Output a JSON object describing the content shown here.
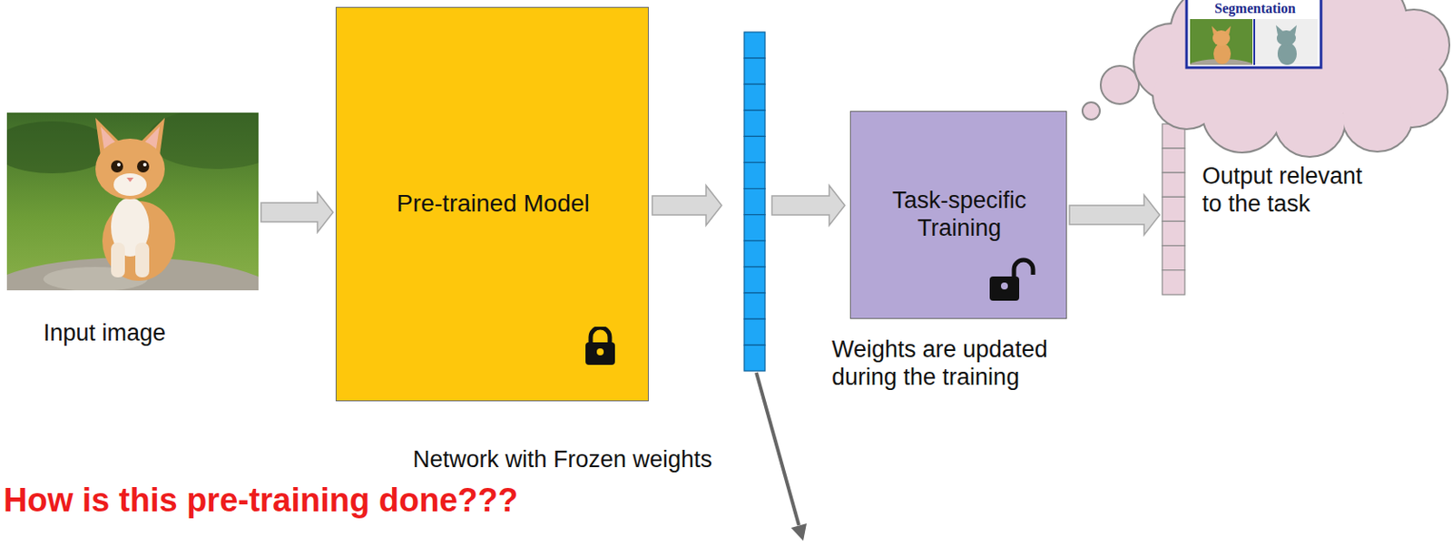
{
  "diagram": {
    "nodes": [
      {
        "text": [
          "Input image"
        ]
      },
      {
        "text": [
          "Pre-trained Model",
          "Network with Frozen weights"
        ]
      },
      {
        "text": [
          "Task-specific Training",
          "Weights are updated during the training"
        ]
      },
      {
        "text": [
          "Output relevant to the task"
        ]
      }
    ],
    "edges": [
      {
        "from": 0,
        "to": 1,
        "arrow": "to"
      },
      {
        "from": 2,
        "to": 3,
        "arrow": "to"
      }
    ],
    "labels": [
      "Segmentation",
      "How is this pre-training done???"
    ]
  }
}
